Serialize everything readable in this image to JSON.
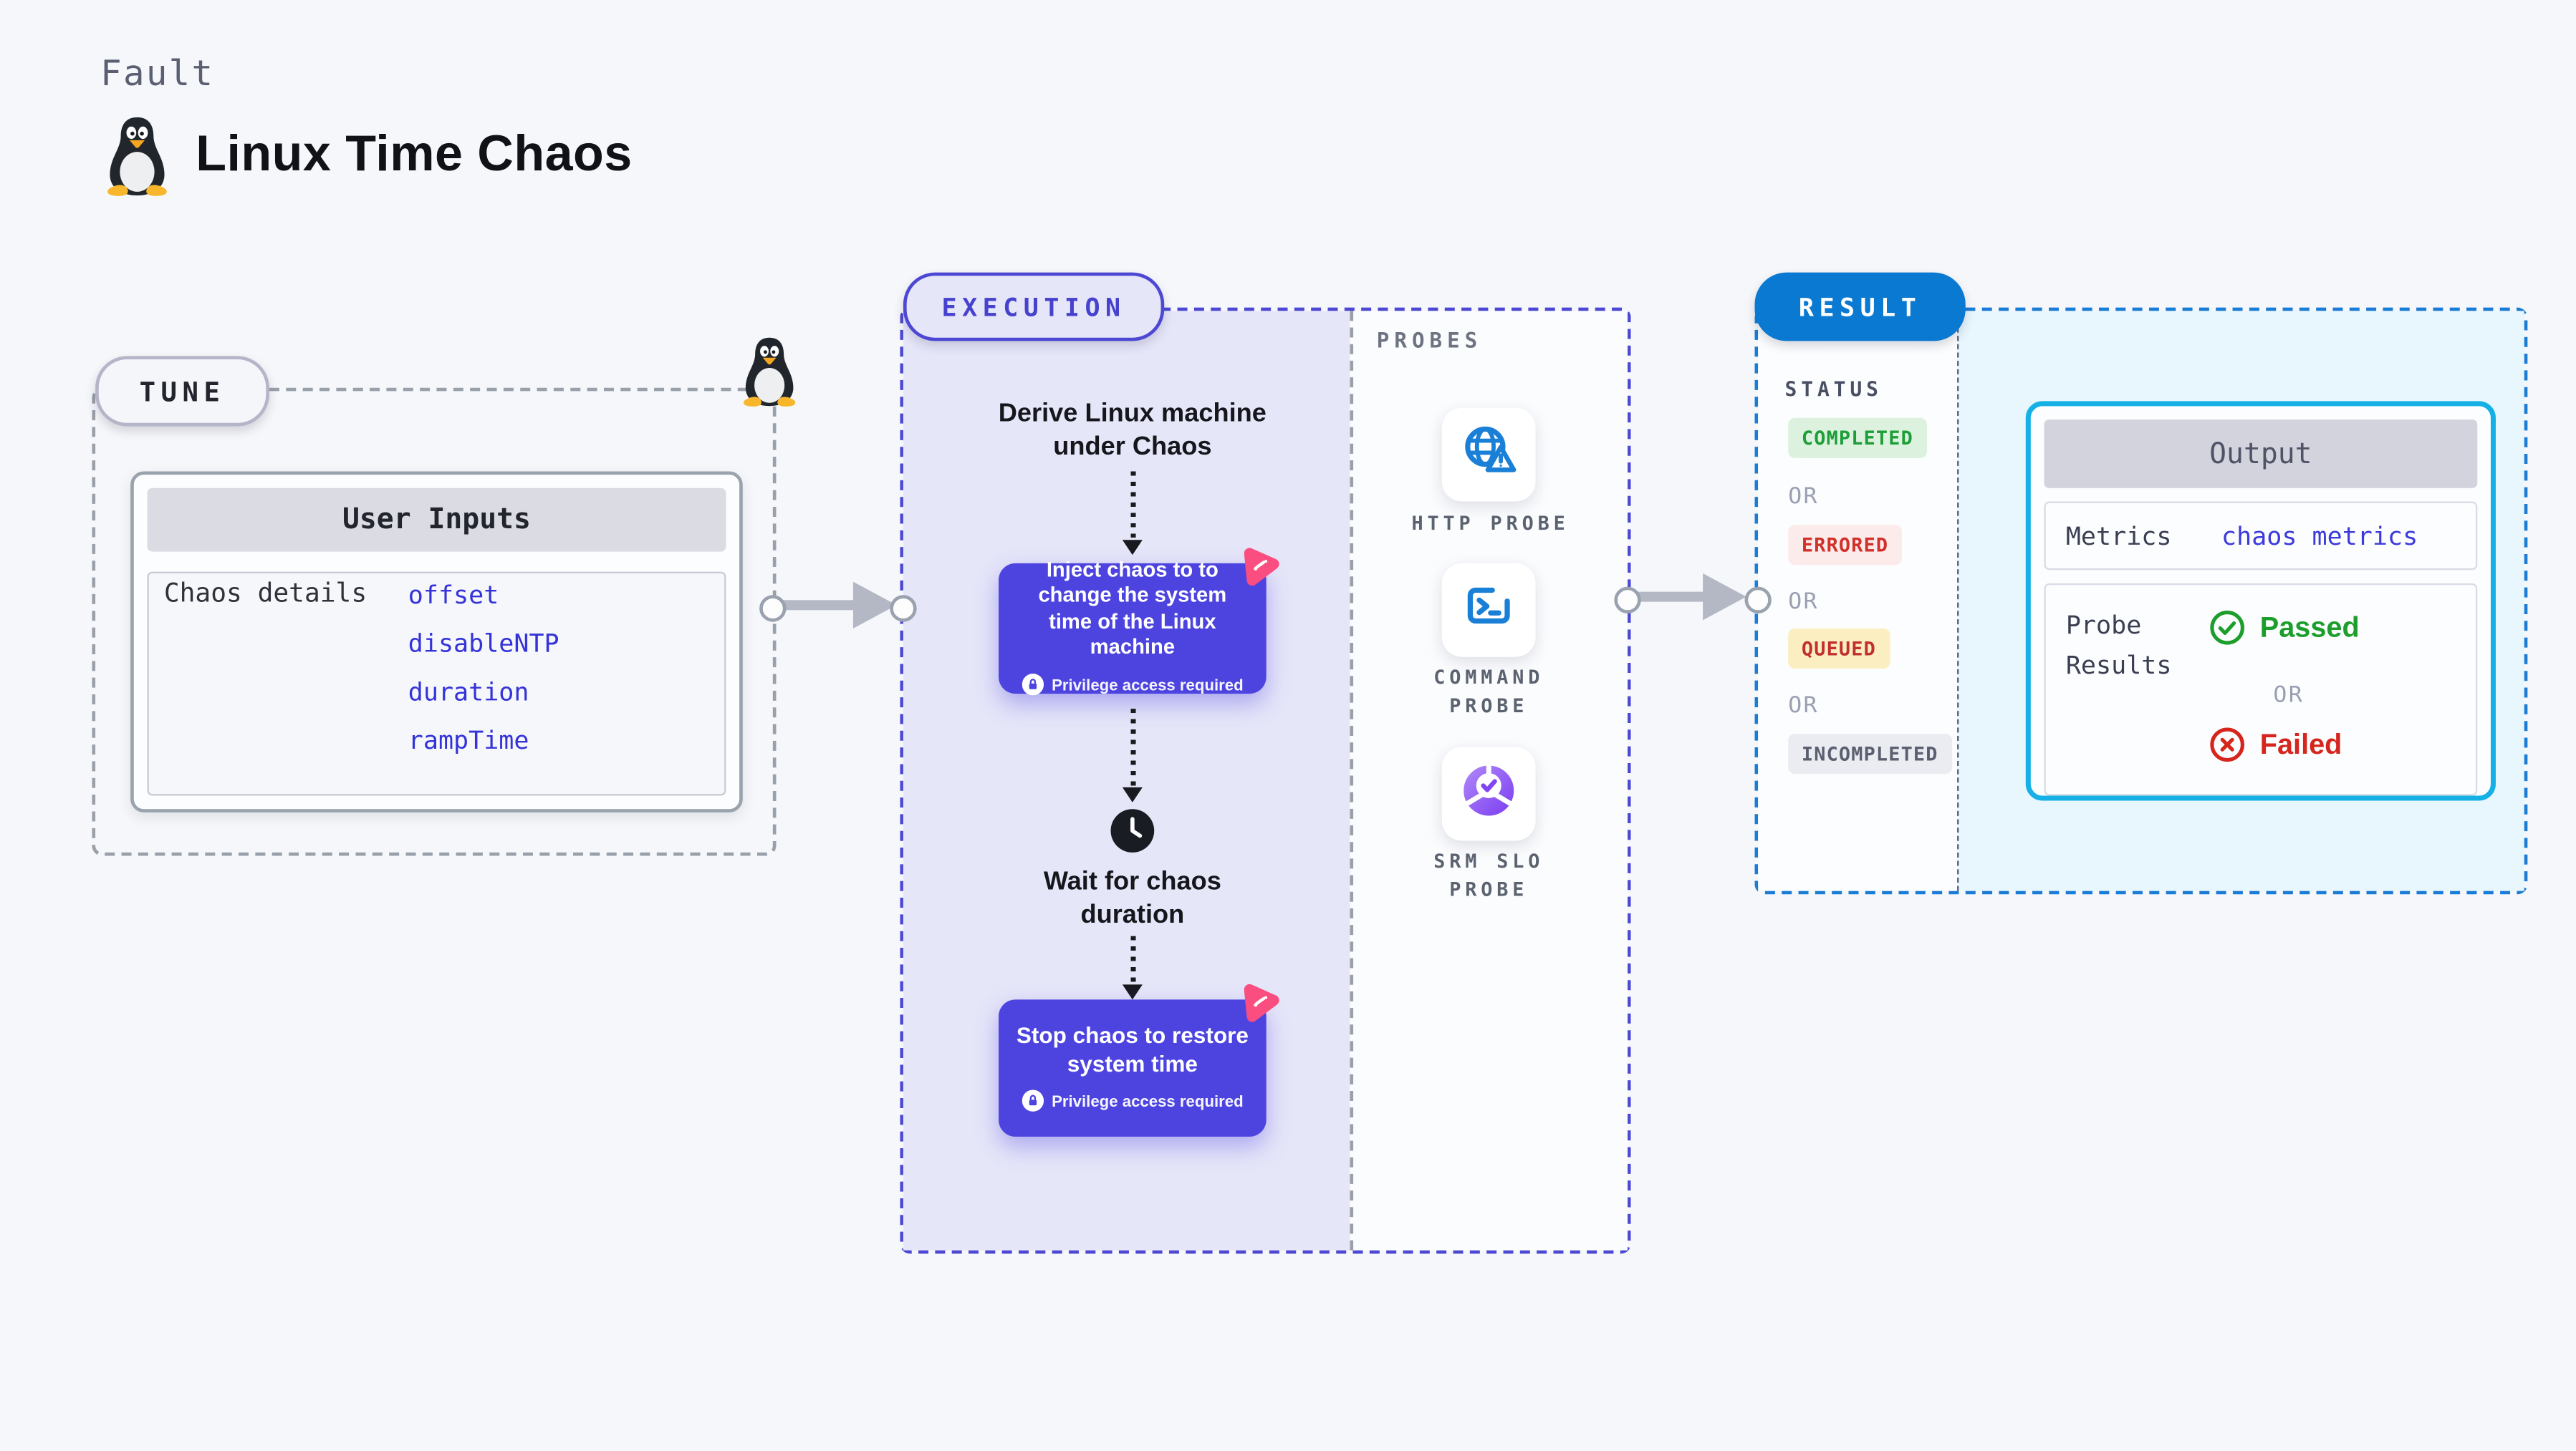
{
  "header": {
    "eyebrow": "Fault",
    "title": "Linux Time Chaos",
    "title_icon": "tux-penguin-icon"
  },
  "tune": {
    "badge": "TUNE",
    "corner_icon": "tux-penguin-icon",
    "user_inputs": {
      "title": "User Inputs",
      "row_label": "Chaos details",
      "values": [
        "offset",
        "disableNTP",
        "duration",
        "rampTime"
      ]
    }
  },
  "execution": {
    "badge": "EXECUTION",
    "derive_label": "Derive Linux machine under Chaos",
    "inject_box": {
      "text": "Inject chaos to to change the system time of the Linux machine",
      "note": "Privilege access required",
      "note_icon": "lock-icon",
      "corner_icon": "chaos-logo-icon"
    },
    "wait_label": "Wait for chaos duration",
    "wait_icon": "clock-icon",
    "stop_box": {
      "text": "Stop chaos to restore system time",
      "note": "Privilege access required",
      "note_icon": "lock-icon",
      "corner_icon": "chaos-logo-icon"
    }
  },
  "probes": {
    "label": "PROBES",
    "items": [
      {
        "label": "HTTP PROBE",
        "icon": "globe-alert-icon"
      },
      {
        "label": "COMMAND PROBE",
        "icon": "terminal-icon"
      },
      {
        "label": "SRM SLO PROBE",
        "icon": "slo-donut-check-icon"
      }
    ]
  },
  "result": {
    "badge": "RESULT",
    "status_label": "STATUS",
    "or_label": "OR",
    "statuses": [
      {
        "label": "COMPLETED",
        "fg": "#1d9e38",
        "bg": "#dcf2de"
      },
      {
        "label": "ERRORED",
        "fg": "#d0312b",
        "bg": "#fcebeb"
      },
      {
        "label": "QUEUED",
        "fg": "#c22f2f",
        "bg": "#fbeec0"
      },
      {
        "label": "INCOMPLETED",
        "fg": "#5b6070",
        "bg": "#ebecf2"
      }
    ],
    "output": {
      "title": "Output",
      "metrics_label": "Metrics",
      "metrics_value": "chaos metrics",
      "probe_results_label": "Probe Results",
      "passed_label": "Passed",
      "passed_icon": "check-circle-icon",
      "failed_label": "Failed",
      "failed_icon": "x-circle-icon"
    }
  },
  "colors": {
    "page_bg": "#f6f7fa",
    "execution_accent": "#4c48d4",
    "execution_fill": "#e6e6f9",
    "action_purple": "#4d44df",
    "chaos_pink": "#fa4d80",
    "result_accent": "#1b7cd6",
    "result_badge_bg": "#0a79d1",
    "output_fill": "#e8f6fd",
    "output_border_cyan": "#15b1e6",
    "value_indigo": "#3433d9",
    "probe_blue": "#1a7fd6",
    "slo_purple": "#7b3df0",
    "passed_green": "#1d9e2c",
    "failed_red": "#d6251c",
    "arrow_gray": "#b4b8c5"
  }
}
